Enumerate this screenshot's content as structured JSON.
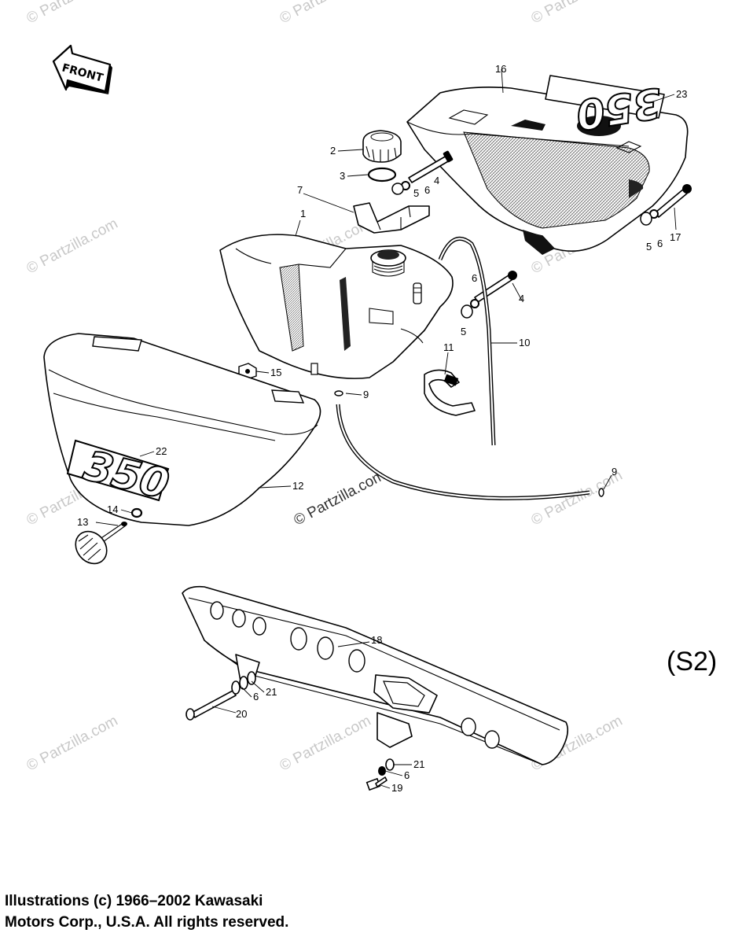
{
  "diagram": {
    "front_label": "FRONT",
    "sheet_code": "(S2)",
    "emblem_text": "350",
    "emblem_mirrored_text": "350",
    "watermark": "© Partzilla.com",
    "callouts": [
      "1",
      "2",
      "3",
      "4",
      "5",
      "6",
      "7",
      "9",
      "10",
      "11",
      "12",
      "13",
      "14",
      "15",
      "16",
      "17",
      "18",
      "19",
      "20",
      "21",
      "22",
      "23"
    ]
  },
  "footer": {
    "copyright_line1": "Illustrations (c) 1966–2002 Kawasaki",
    "copyright_line2": "Motors Corp., U.S.A.  All rights reserved."
  }
}
